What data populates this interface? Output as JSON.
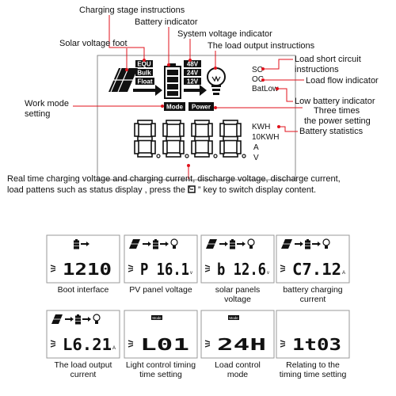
{
  "labels": {
    "charging_stage": "Charging stage instructions",
    "battery_indicator": "Battery indicator",
    "system_voltage": "System voltage indicator",
    "solar_voltage_foot": "Solar voltage foot",
    "load_output": "The load output instructions",
    "load_short_circuit_1": "Load short circuit",
    "load_short_circuit_2": "instructions",
    "load_flow": "Load flow indicator",
    "low_battery": "Low battery indicator",
    "three_times_1": "Three times",
    "three_times_2": "the power setting",
    "battery_statistics": "Battery statistics",
    "work_mode_1": "Work mode",
    "work_mode_2": "setting",
    "description_1": "Real time charging voltage and charging current, discharge voltage, discharge current,",
    "description_2": "load pattens such as status display , press the “   ” key to switch display content."
  },
  "lcd": {
    "stage_equ": "EQU",
    "stage_bulk": "Bulk",
    "stage_float": "Float",
    "volt_48": "48V",
    "volt_24": "24V",
    "volt_12": "12V",
    "sc": "SC",
    "oc": "OC",
    "batlow": "BatLow",
    "mode": "Mode",
    "power": "Power",
    "digits": "8.8.8.8",
    "kwh": "KWH",
    "tenkwh": "10KWH",
    "unit_a": "A",
    "unit_v": "V"
  },
  "panels": [
    {
      "display": "1210",
      "caption": [
        "Boot interface"
      ],
      "unit": ""
    },
    {
      "display": "P 16.1",
      "caption": [
        "PV panel voltage"
      ],
      "unit": "v"
    },
    {
      "display": "b 12.6",
      "caption": [
        "solar panels",
        "voltage"
      ],
      "unit": "v"
    },
    {
      "display": "C7.12",
      "caption": [
        "battery charging",
        "current"
      ],
      "unit": "A"
    },
    {
      "display": "L6.21",
      "caption": [
        "The load output",
        "current"
      ],
      "unit": "A"
    },
    {
      "display": "L01",
      "caption": [
        "Light control timing",
        "time setting"
      ],
      "unit": "",
      "chip": "Mode"
    },
    {
      "display": "24H",
      "caption": [
        "Load control",
        "mode"
      ],
      "unit": "",
      "chip": "Mode"
    },
    {
      "display": "1t03",
      "caption": [
        "Relating to the",
        "timing time setting"
      ],
      "unit": ""
    }
  ]
}
